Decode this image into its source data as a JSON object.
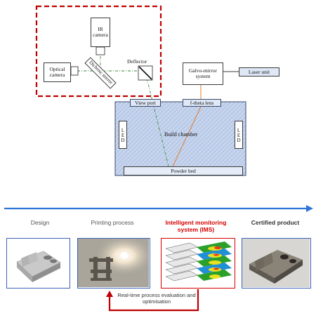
{
  "setup": {
    "ir_camera": "IR camera",
    "optical_camera": "Optical camera",
    "dichroic_mirror": "Dichroic mirror",
    "deflector": "Deflector",
    "galvo_mirror": "Galvo-mirror system",
    "laser_unit": "Laser unit",
    "view_port": "View port",
    "ftheta_lens": "f-theta lens",
    "led_left": "LED",
    "led_right": "LED",
    "build_chamber": "Build chamber",
    "powder_bed": "Powder bed"
  },
  "workflow": {
    "stages": [
      {
        "label": "Design"
      },
      {
        "label": "Printing process"
      },
      {
        "label": "Intelligent monitoring system (IMS)"
      },
      {
        "label": "Certified product"
      }
    ],
    "feedback_caption": "Real-time process evaluation and optimisation"
  },
  "colors": {
    "dashed_box": "#c00000",
    "arrow_blue": "#2e75d6",
    "panel_border": "#3b63b5",
    "ims_red": "#d40000",
    "chamber_fill": "#c3d3ec"
  }
}
